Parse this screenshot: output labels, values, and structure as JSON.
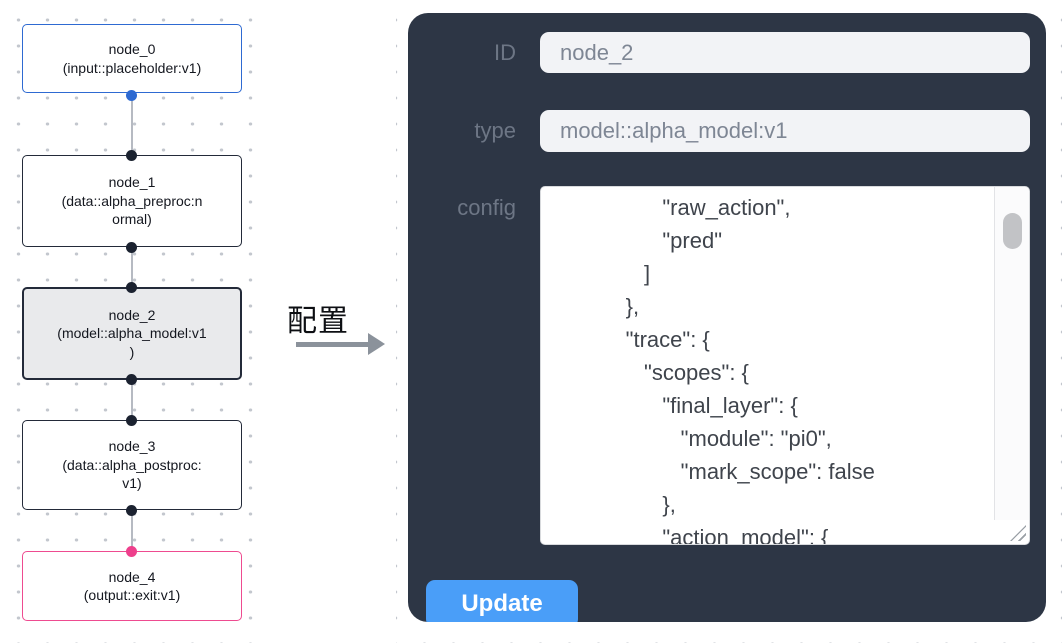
{
  "flow": {
    "nodes": [
      {
        "id": "node_0",
        "variant": "input",
        "lines": [
          "node_0",
          "(input::placeholder:v1)",
          ""
        ]
      },
      {
        "id": "node_1",
        "variant": "default",
        "lines": [
          "node_1",
          "(data::alpha_preproc:n",
          "ormal)"
        ]
      },
      {
        "id": "node_2",
        "variant": "selected",
        "lines": [
          "node_2",
          "(model::alpha_model:v1",
          ")"
        ]
      },
      {
        "id": "node_3",
        "variant": "default",
        "lines": [
          "node_3",
          "(data::alpha_postproc:",
          "v1)"
        ]
      },
      {
        "id": "node_4",
        "variant": "output",
        "lines": [
          "node_4",
          "(output::exit:v1)",
          ""
        ]
      }
    ]
  },
  "transfer": {
    "label": "配置"
  },
  "panel": {
    "fields": {
      "id": {
        "label": "ID",
        "value": "node_2"
      },
      "type": {
        "label": "type",
        "value": "model::alpha_model:v1"
      },
      "config": {
        "label": "config",
        "value": "            \"raw_action\",\n            \"pred\"\n         ]\n      },\n      \"trace\": {\n         \"scopes\": {\n            \"final_layer\": {\n               \"module\": \"pi0\",\n               \"mark_scope\": false\n            },\n            \"action_model\": {"
      }
    },
    "update_label": "Update"
  },
  "colors": {
    "panel_background": "#2d3645",
    "input_background": "#f2f3f6",
    "input_text": "#7e8694",
    "field_label": "#6d7685",
    "update_button": "#4a9ef8",
    "node_input_border": "#2e6ad2",
    "node_default_border": "#232a39",
    "node_output_border": "#ee4b90",
    "node_selected_background": "#e9eaec",
    "port_dark": "#1b2230",
    "port_blue": "#2e6ad2",
    "port_pink": "#ee3f8c",
    "edge_line": "#b6bac2",
    "grid_dot": "#c3c7ce"
  }
}
